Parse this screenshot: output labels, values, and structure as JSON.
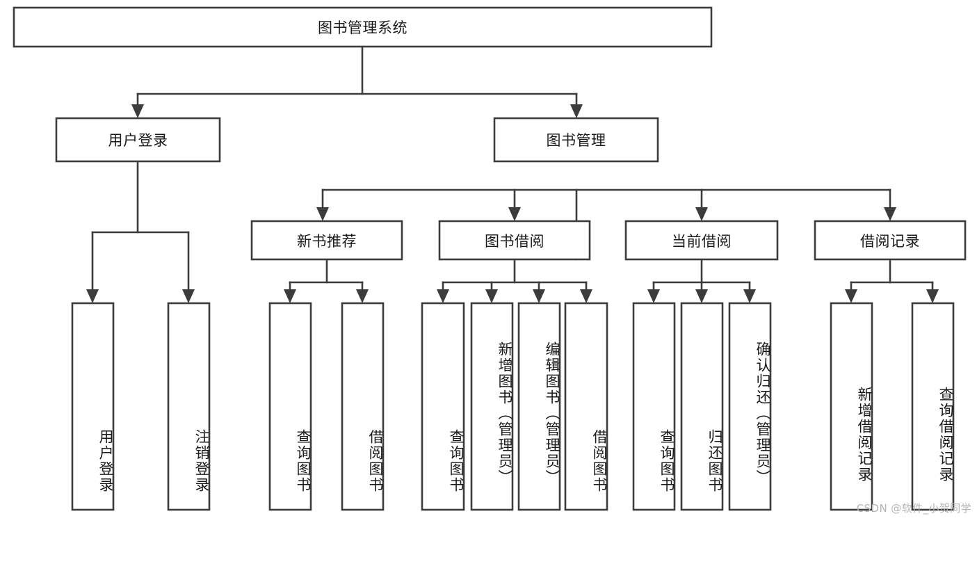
{
  "diagram": {
    "type": "tree",
    "title": "图书管理系统",
    "watermark": "CSDN @软件_小贺同学",
    "colors": {
      "stroke": "#3c3c3c",
      "fill": "#ffffff",
      "text": "#1a1a1a",
      "watermark": "#b4b4b4"
    },
    "nodes": {
      "root": {
        "label": "图书管理系统",
        "level": 0,
        "orientation": "horizontal"
      },
      "l1_a": {
        "label": "用户登录",
        "level": 1,
        "orientation": "horizontal"
      },
      "l1_b": {
        "label": "图书管理",
        "level": 1,
        "orientation": "horizontal"
      },
      "l2_a": {
        "label": "新书推荐",
        "level": 2,
        "orientation": "horizontal"
      },
      "l2_b": {
        "label": "图书借阅",
        "level": 2,
        "orientation": "horizontal"
      },
      "l2_c": {
        "label": "当前借阅",
        "level": 2,
        "orientation": "horizontal"
      },
      "l2_d": {
        "label": "借阅记录",
        "level": 2,
        "orientation": "horizontal"
      },
      "leaf_1": {
        "label": "用户登录",
        "level": 3,
        "orientation": "vertical"
      },
      "leaf_2": {
        "label": "注销登录",
        "level": 3,
        "orientation": "vertical"
      },
      "leaf_3": {
        "label": "查询图书",
        "level": 3,
        "orientation": "vertical"
      },
      "leaf_4": {
        "label": "借阅图书",
        "level": 3,
        "orientation": "vertical"
      },
      "leaf_5": {
        "label": "查询图书",
        "level": 3,
        "orientation": "vertical"
      },
      "leaf_6": {
        "label": "新增图书（管理员）",
        "level": 3,
        "orientation": "vertical"
      },
      "leaf_7": {
        "label": "编辑图书（管理员）",
        "level": 3,
        "orientation": "vertical"
      },
      "leaf_8": {
        "label": "借阅图书",
        "level": 3,
        "orientation": "vertical"
      },
      "leaf_9": {
        "label": "查询图书",
        "level": 3,
        "orientation": "vertical"
      },
      "leaf_10": {
        "label": "归还图书",
        "level": 3,
        "orientation": "vertical"
      },
      "leaf_11": {
        "label": "确认归还（管理员）",
        "level": 3,
        "orientation": "vertical"
      },
      "leaf_12": {
        "label": "新增借阅记录",
        "level": 3,
        "orientation": "vertical"
      },
      "leaf_13": {
        "label": "查询借阅记录",
        "level": 3,
        "orientation": "vertical"
      }
    },
    "edges": [
      {
        "from": "root",
        "to": "l1_a"
      },
      {
        "from": "root",
        "to": "l1_b"
      },
      {
        "from": "l1_b",
        "to": "l2_a"
      },
      {
        "from": "l1_b",
        "to": "l2_b"
      },
      {
        "from": "l1_b",
        "to": "l2_c"
      },
      {
        "from": "l1_b",
        "to": "l2_d"
      },
      {
        "from": "l1_a",
        "to": "leaf_1"
      },
      {
        "from": "l1_a",
        "to": "leaf_2"
      },
      {
        "from": "l2_a",
        "to": "leaf_3"
      },
      {
        "from": "l2_a",
        "to": "leaf_4"
      },
      {
        "from": "l2_b",
        "to": "leaf_5"
      },
      {
        "from": "l2_b",
        "to": "leaf_6"
      },
      {
        "from": "l2_b",
        "to": "leaf_7"
      },
      {
        "from": "l2_b",
        "to": "leaf_8"
      },
      {
        "from": "l2_c",
        "to": "leaf_9"
      },
      {
        "from": "l2_c",
        "to": "leaf_10"
      },
      {
        "from": "l2_c",
        "to": "leaf_11"
      },
      {
        "from": "l2_d",
        "to": "leaf_12"
      },
      {
        "from": "l2_d",
        "to": "leaf_13"
      }
    ]
  }
}
